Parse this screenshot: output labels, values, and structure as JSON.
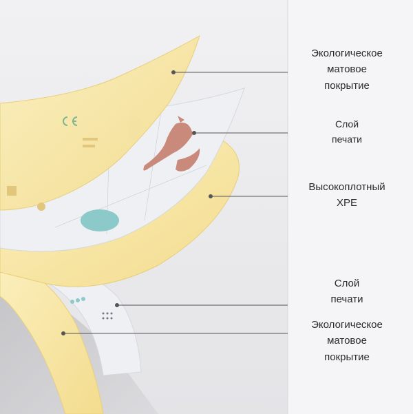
{
  "colors": {
    "background": "#ececee",
    "panel": "#f5f5f7",
    "foam": "#f8e7a6",
    "print_layer": "#eef0f3",
    "leader_line": "#555555",
    "fox_illustration": "#c98a7c",
    "leaf_pattern": "#8cc9c9"
  },
  "layers": [
    {
      "id": "eco-top",
      "text": "Экологическое\nматовое\nпокрытие"
    },
    {
      "id": "print-top",
      "text": "Слой\nпечати"
    },
    {
      "id": "core",
      "text": "Высокоплотный\nXPE"
    },
    {
      "id": "print-bottom",
      "text": "Слой\nпечати"
    },
    {
      "id": "eco-bottom",
      "text": "Экологическое\nматовое\nпокрытие"
    }
  ],
  "icons": [
    "fox-illustration-icon",
    "leaf-pattern-icon",
    "ce-mark-icon"
  ]
}
